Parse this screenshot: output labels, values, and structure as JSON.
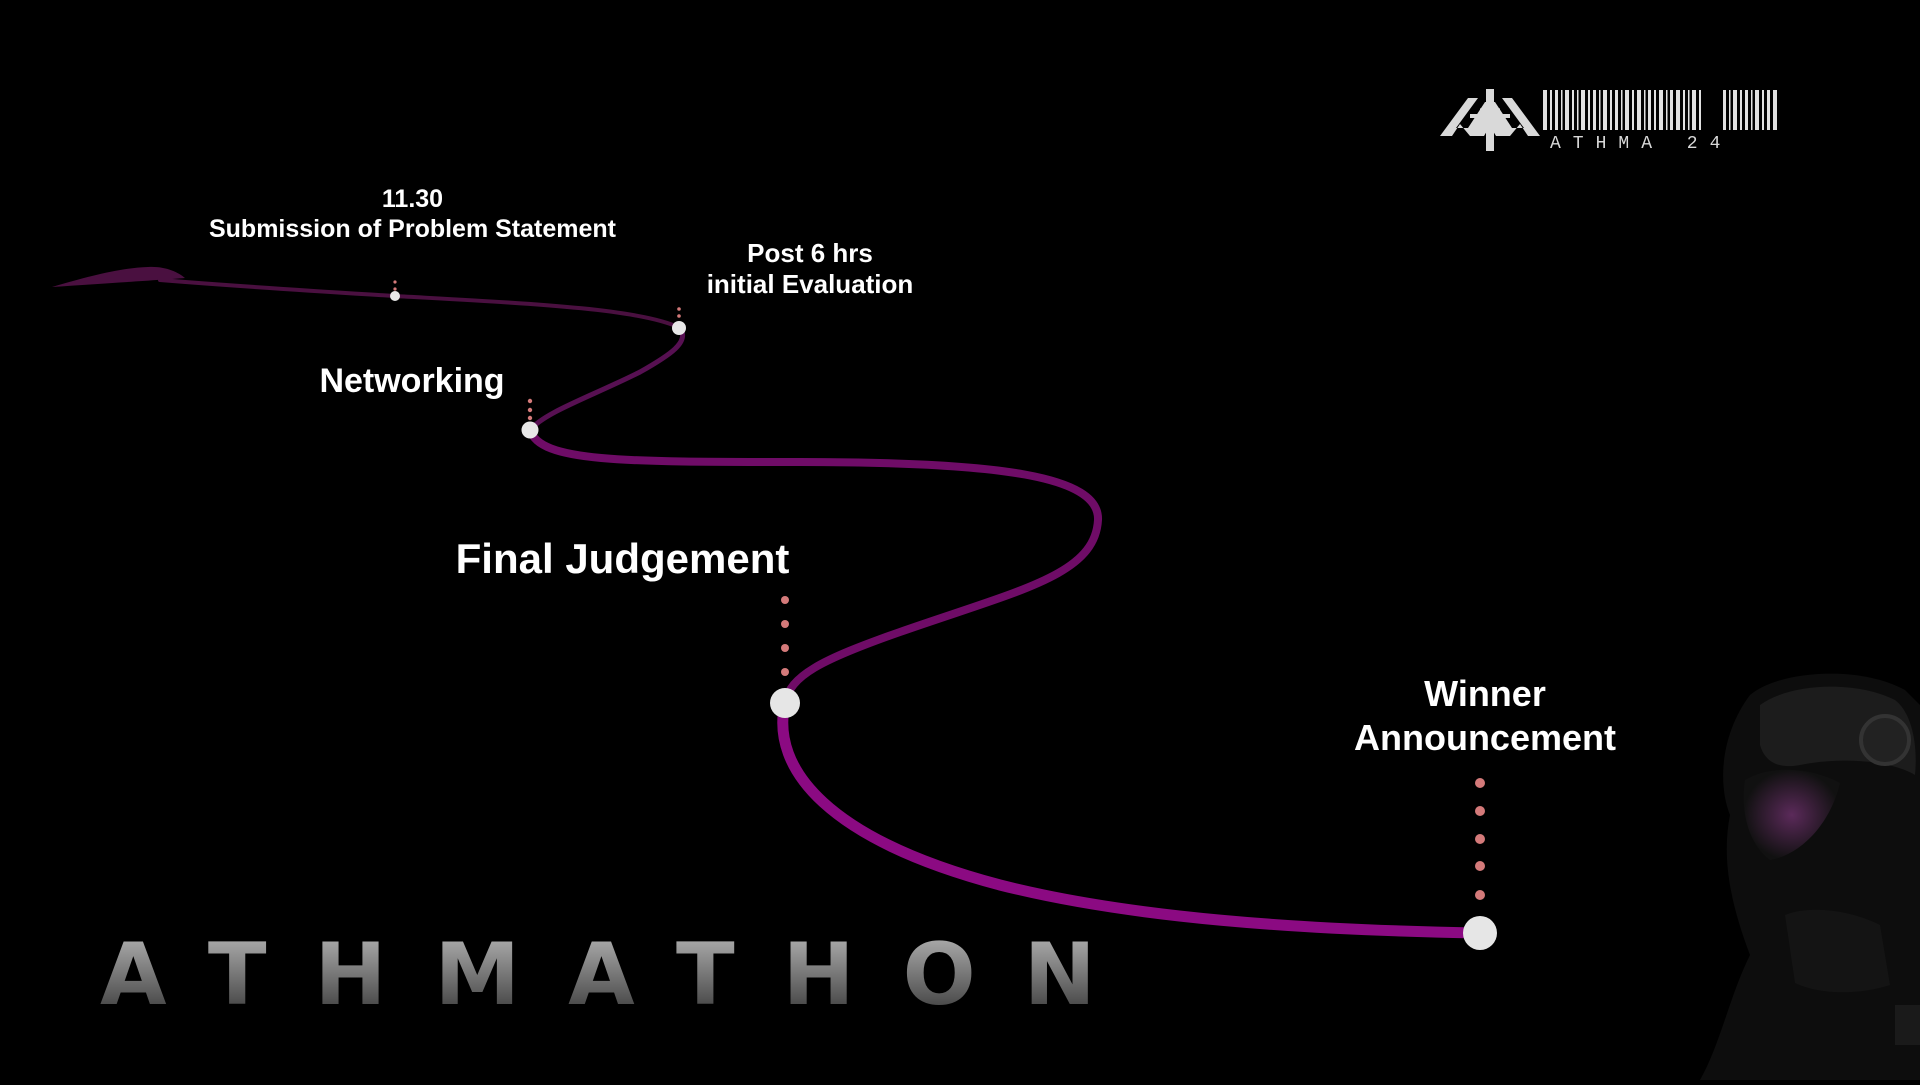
{
  "timeline": {
    "events": [
      {
        "id": "submission",
        "time": "11.30",
        "title": "Submission of Problem Statement"
      },
      {
        "id": "initial-eval",
        "line1": "Post 6 hrs",
        "line2": "initial Evaluation"
      },
      {
        "id": "networking",
        "title": "Networking"
      },
      {
        "id": "final-judgement",
        "title": "Final Judgement"
      },
      {
        "id": "winner",
        "line1": "Winner",
        "line2": "Announcement"
      }
    ]
  },
  "brand": {
    "logo_icon": "athma-logo-icon",
    "barcode_icon": "barcode-icon",
    "barcode_text": "ATHMA 24"
  },
  "event_title": "ATHMATHON",
  "colors": {
    "background": "#000000",
    "path_start": "#4a1040",
    "path_end": "#8b0a82",
    "marker_dot": "#d47a7a",
    "node": "#e8e8e8"
  }
}
